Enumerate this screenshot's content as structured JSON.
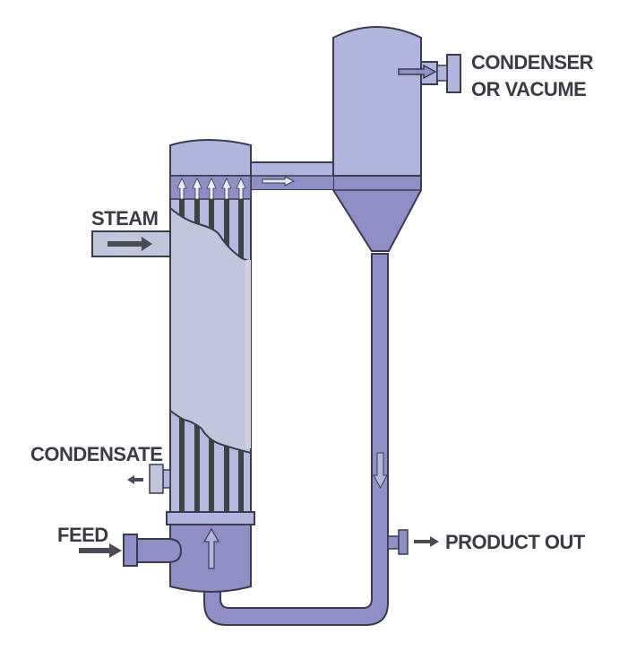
{
  "title": "Falling/Rising Film Evaporator Schematic",
  "labels": {
    "condenser_line1": "CONDENSER",
    "condenser_line2": "OR VACUME",
    "steam": "STEAM",
    "condensate": "CONDENSATE",
    "feed": "FEED",
    "product_out": "PRODUCT OUT"
  },
  "colors": {
    "shell_light": "#b0b5de",
    "shell_mid": "#8f8fc6",
    "shell_pale": "#c2c6dc",
    "outline": "#3a3b4c",
    "tube_dark": "#3d4446",
    "arrow_dark": "#4a4b55",
    "text": "#3a3b44"
  }
}
